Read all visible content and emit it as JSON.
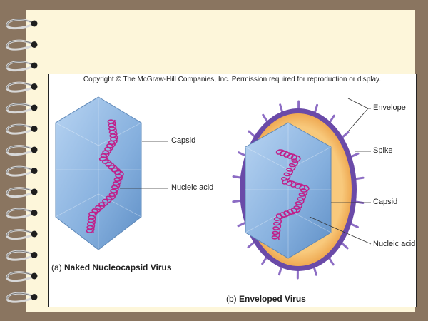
{
  "copyright": "Copyright © The McGraw-Hill Companies, Inc. Permission required for reproduction or display.",
  "panel_a": {
    "letter": "(a)",
    "title": "Naked Nucleocapsid Virus",
    "labels": {
      "capsid": "Capsid",
      "nucleic_acid": "Nucleic acid"
    }
  },
  "panel_b": {
    "letter": "(b)",
    "title": "Enveloped Virus",
    "labels": {
      "envelope": "Envelope",
      "spike": "Spike",
      "capsid": "Capsid",
      "nucleic_acid": "Nucleic acid"
    }
  },
  "colors": {
    "background": "#8a7560",
    "paper": "#fdf6da",
    "capsid": "#8ab4e0",
    "nucleic_acid": "#c0208a",
    "envelope_outer": "#6a4aa8",
    "envelope_inner": "#f2b25e",
    "spike": "#8c6cc4"
  },
  "icons": [
    "spiral-binding-icon"
  ]
}
